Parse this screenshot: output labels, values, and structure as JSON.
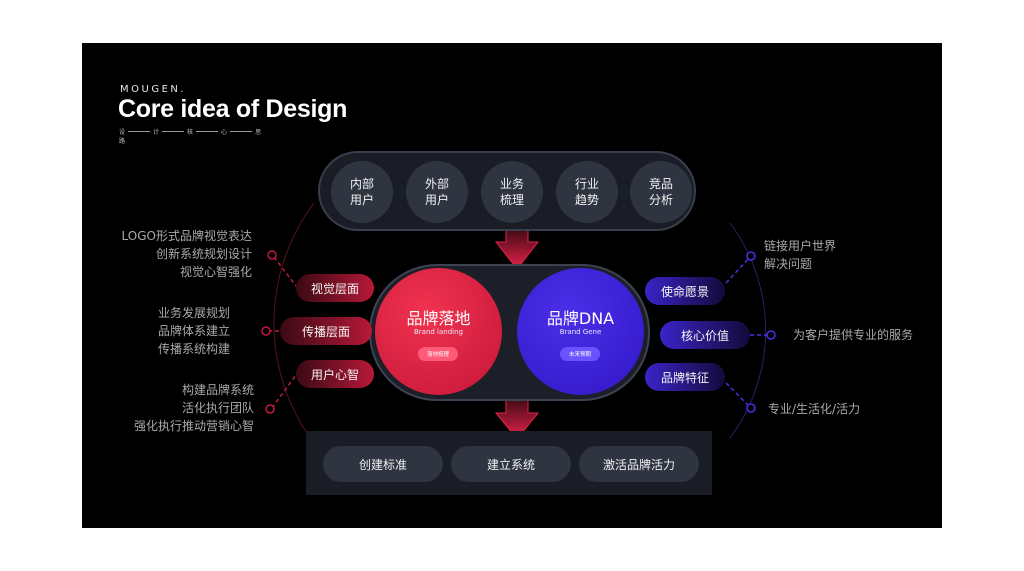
{
  "header": {
    "brand": "MOUGEN.",
    "title": "Core idea of Design",
    "subtitle_chars": [
      "设",
      "计",
      "核",
      "心",
      "思"
    ],
    "subtitle_extra": "路"
  },
  "top_items": [
    {
      "line1": "内部",
      "line2": "用户"
    },
    {
      "line1": "外部",
      "line2": "用户"
    },
    {
      "line1": "业务",
      "line2": "梳理"
    },
    {
      "line1": "行业",
      "line2": "趋势"
    },
    {
      "line1": "竞品",
      "line2": "分析"
    }
  ],
  "core": {
    "left": {
      "title": "品牌落地",
      "sub": "Brand landing",
      "chip": "落地梳理"
    },
    "right": {
      "title": "品牌DNA",
      "sub": "Brand Gene",
      "chip": "未来预期"
    }
  },
  "bottom_items": [
    "创建标准",
    "建立系统",
    "激活品牌活力"
  ],
  "left_labels": [
    "视觉层面",
    "传播层面",
    "用户心智"
  ],
  "left_texts": [
    [
      "LOGO形式品牌视觉表达",
      "创新系统规划设计",
      "视觉心智强化"
    ],
    [
      "业务发展规划",
      "品牌体系建立",
      "传播系统构建"
    ],
    [
      "构建品牌系统",
      "活化执行团队",
      "强化执行推动营销心智"
    ]
  ],
  "right_labels": [
    "使命愿景",
    "核心价值",
    "品牌特征"
  ],
  "right_texts": [
    [
      "链接用户世界",
      "解决问题"
    ],
    [
      "为客户提供专业的服务"
    ],
    [
      "专业/生活化/活力"
    ]
  ],
  "colors": {
    "red": "#e8224a",
    "blue": "#4a2fe8",
    "pill_bg": "#2f3441",
    "panel_bg": "#1a1d26"
  }
}
